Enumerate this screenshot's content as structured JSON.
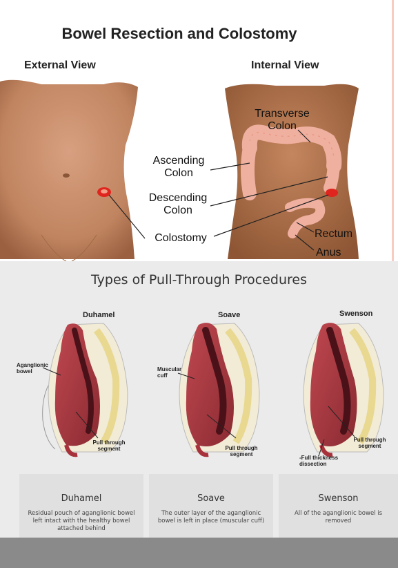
{
  "colostomy": {
    "title": "Bowel Resection and Colostomy",
    "external_label": "External View",
    "internal_label": "Internal View",
    "labels": {
      "transverse": "Transverse Colon",
      "ascending": "Ascending Colon",
      "descending": "Descending Colon",
      "colostomy": "Colostomy",
      "rectum": "Rectum",
      "anus": "Anus"
    }
  },
  "pullthrough": {
    "title": "Types of Pull-Through Procedures",
    "procedures": [
      {
        "name": "Duhamel",
        "annotation": "Aganglionic bowel",
        "segment": "Pull through segment",
        "card_title": "Duhamel",
        "card_desc": "Residual pouch of aganglionic bowel left intact with the healthy bowel attached behind"
      },
      {
        "name": "Soave",
        "annotation": "Muscular cuff",
        "segment": "Pull through segment",
        "card_title": "Soave",
        "card_desc": "The outer layer of the aganglionic bowel is left in place (muscular cuff)"
      },
      {
        "name": "Swenson",
        "annotation": "-Full thickness dissection",
        "segment": "Pull through segment",
        "card_title": "Swenson",
        "card_desc": "All of the aganglionic bowel is removed"
      }
    ]
  },
  "colors": {
    "skin": "#c88e6a",
    "skin_dark": "#a86c4a",
    "colon": "#f0b0a0",
    "stoma": "#e0251e",
    "bowel": "#a8323c",
    "bowel_dark": "#4a1218",
    "bone": "#efe3b0",
    "panel_bg": "#ebebeb"
  }
}
